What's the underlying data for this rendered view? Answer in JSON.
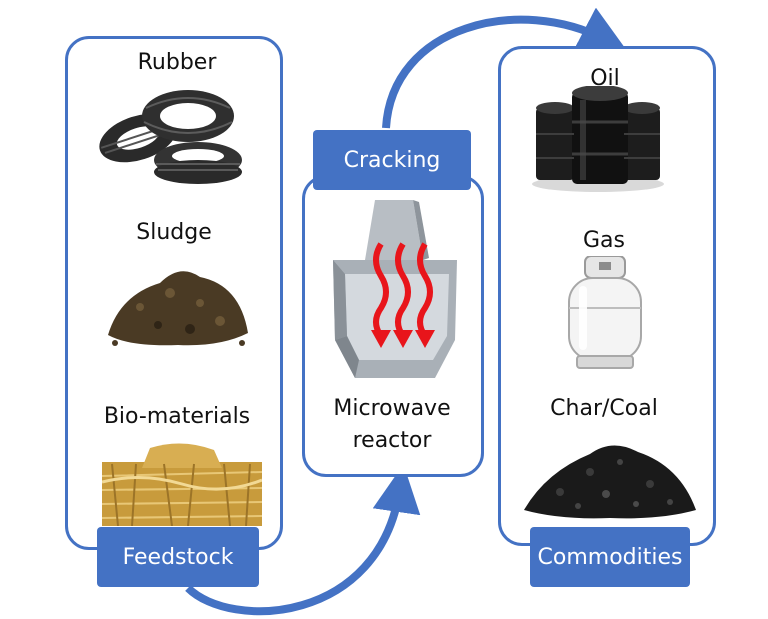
{
  "feedstock": {
    "tag": "Feedstock",
    "items": [
      {
        "label": "Rubber",
        "icon": "tires-icon"
      },
      {
        "label": "Sludge",
        "icon": "sludge-pile-icon"
      },
      {
        "label": "Bio-materials",
        "icon": "straw-bale-icon"
      }
    ]
  },
  "process": {
    "tag": "Cracking",
    "reactor_line1": "Microwave",
    "reactor_line2": "reactor",
    "icon": "microwave-reactor-icon"
  },
  "commodities": {
    "tag": "Commodities",
    "items": [
      {
        "label": "Oil",
        "icon": "oil-barrels-icon"
      },
      {
        "label": "Gas",
        "icon": "gas-cylinder-icon"
      },
      {
        "label": "Char/Coal",
        "icon": "char-pile-icon"
      }
    ]
  },
  "colors": {
    "accent": "#4472c4",
    "heat_arrow": "#e8151b"
  }
}
